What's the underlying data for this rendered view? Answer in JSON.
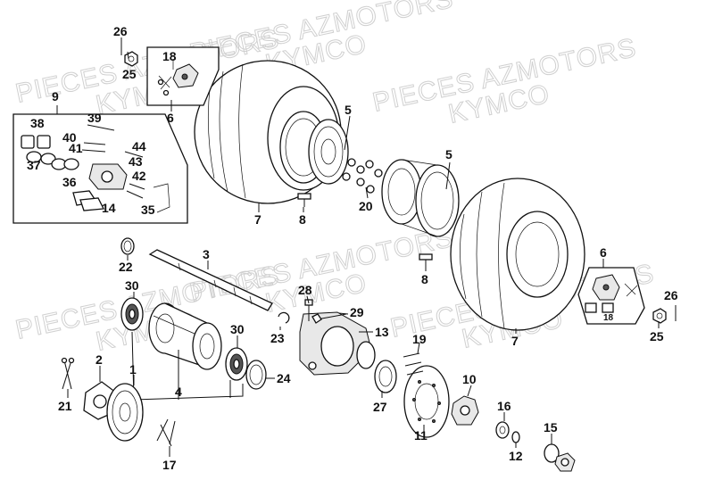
{
  "watermarks": [
    "PIECES AZMOTORS",
    "KYMCO",
    "PIECES AZMOTORS",
    "KYMCO",
    "PIECES AZMOTORS",
    "KYMCO",
    "PIECES AZMOTORS",
    "KYMCO",
    "PIECES AZMOTORS",
    "KYMCO",
    "PIECES AZMOTORS",
    "KYMCO"
  ],
  "callouts": [
    "26",
    "25",
    "18",
    "6",
    "9",
    "38",
    "39",
    "40",
    "41",
    "44",
    "37",
    "43",
    "42",
    "36",
    "14",
    "35",
    "5",
    "5",
    "7",
    "8",
    "20",
    "7",
    "8",
    "6",
    "26",
    "18",
    "25",
    "22",
    "3",
    "30",
    "30",
    "28",
    "29",
    "23",
    "13",
    "19",
    "2",
    "1",
    "4",
    "24",
    "10",
    "21",
    "27",
    "11",
    "16",
    "15",
    "12",
    "17"
  ]
}
